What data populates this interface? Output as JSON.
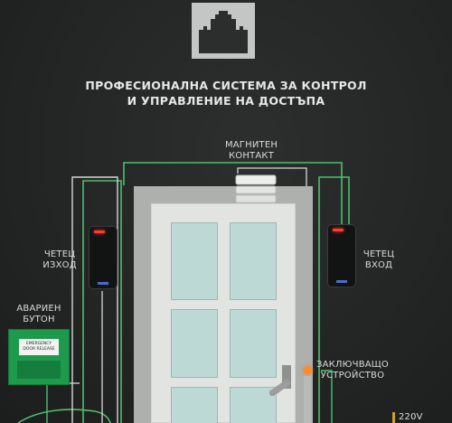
{
  "headline": {
    "line1": "ПРОФЕСИОНАЛНА СИСТЕМА ЗА КОНТРОЛ",
    "line2": "И УПРАВЛЕНИЕ НА ДОСТЪПА"
  },
  "labels": {
    "magnetic_contact": [
      "МАГНИТЕН",
      "КОНТАКТ"
    ],
    "reader_exit": [
      "ЧЕТЕЦ",
      "ИЗХОД"
    ],
    "reader_entry": [
      "ЧЕТЕЦ",
      "ВХОД"
    ],
    "emergency_button": [
      "АВАРИЕН",
      "БУТОН"
    ],
    "locking_device": [
      "ЗАКЛЮЧВАЩО",
      "УСТРОЙСТВО"
    ],
    "voltage": "220V"
  },
  "release_unit": {
    "plate_line1": "EMERGENCY",
    "plate_line2": "DOOR RELEASE"
  },
  "icons": {
    "logo": "castle-icon",
    "sensor": "magnetic-contact-icon",
    "handle": "door-handle-icon"
  },
  "colors": {
    "wire_green": "#4fbf6a",
    "wire_white": "#d6d8d6",
    "release_green": "#1e9a4c",
    "led_red": "#ff3b30",
    "led_orange": "#ff8a2a"
  }
}
